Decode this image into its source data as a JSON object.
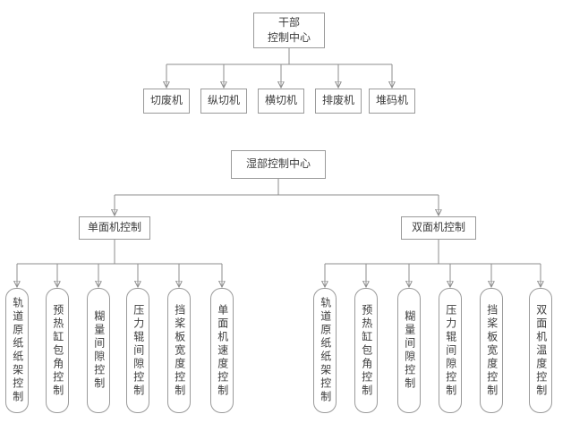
{
  "dry_section": {
    "root_label": "干部\n控制中心",
    "children": [
      "切废机",
      "纵切机",
      "横切机",
      "排废机",
      "堆码机"
    ]
  },
  "wet_section": {
    "root_label": "湿部控制中心",
    "branches": [
      {
        "label": "单面机控制",
        "children": [
          "轨道原纸纸架控制",
          "预热缸包角控制",
          "糊量间隙控制",
          "压力辊间隙控制",
          "挡桨板宽度控制",
          "单面机速度控制"
        ]
      },
      {
        "label": "双面机控制",
        "children": [
          "轨道原纸纸架控制",
          "预热缸包角控制",
          "糊量间隙控制",
          "压力辊间隙控制",
          "挡桨板宽度控制",
          "双面机温度控制"
        ]
      }
    ]
  }
}
